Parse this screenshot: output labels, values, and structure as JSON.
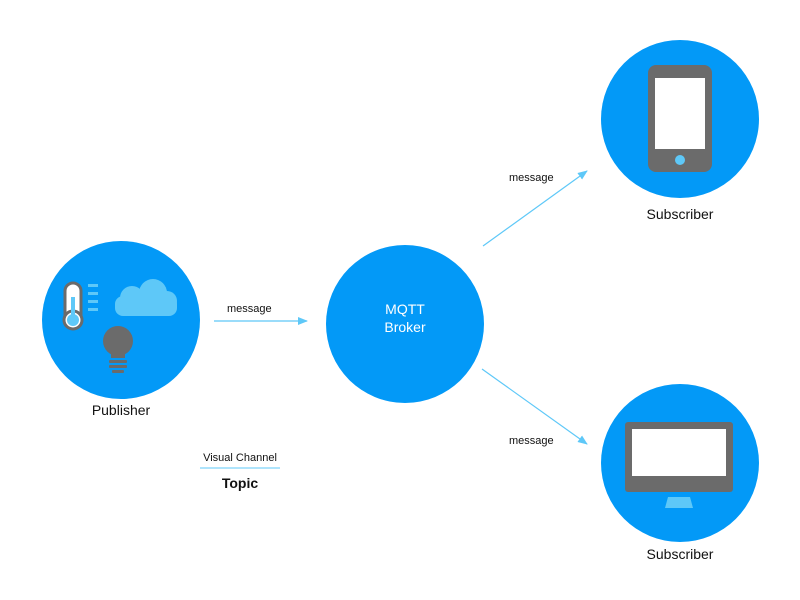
{
  "colors": {
    "node": "#0399f7",
    "arrow": "#5ec8f8",
    "icon_gray": "#6b6b6b",
    "icon_light": "#5ec8f8"
  },
  "publisher": {
    "label": "Publisher",
    "icons": [
      "thermometer-icon",
      "cloud-icon",
      "lightbulb-icon"
    ]
  },
  "broker": {
    "line1": "MQTT",
    "line2": "Broker"
  },
  "subscribers": [
    {
      "label": "Subscriber",
      "icon": "smartphone-icon"
    },
    {
      "label": "Subscriber",
      "icon": "monitor-icon"
    }
  ],
  "edges": [
    {
      "from": "Publisher",
      "to": "MQTT Broker",
      "label": "message"
    },
    {
      "from": "MQTT Broker",
      "to": "Subscriber (phone)",
      "label": "message"
    },
    {
      "from": "MQTT Broker",
      "to": "Subscriber (monitor)",
      "label": "message"
    }
  ],
  "legend": {
    "channel": "Visual Channel",
    "topic": "Topic"
  }
}
